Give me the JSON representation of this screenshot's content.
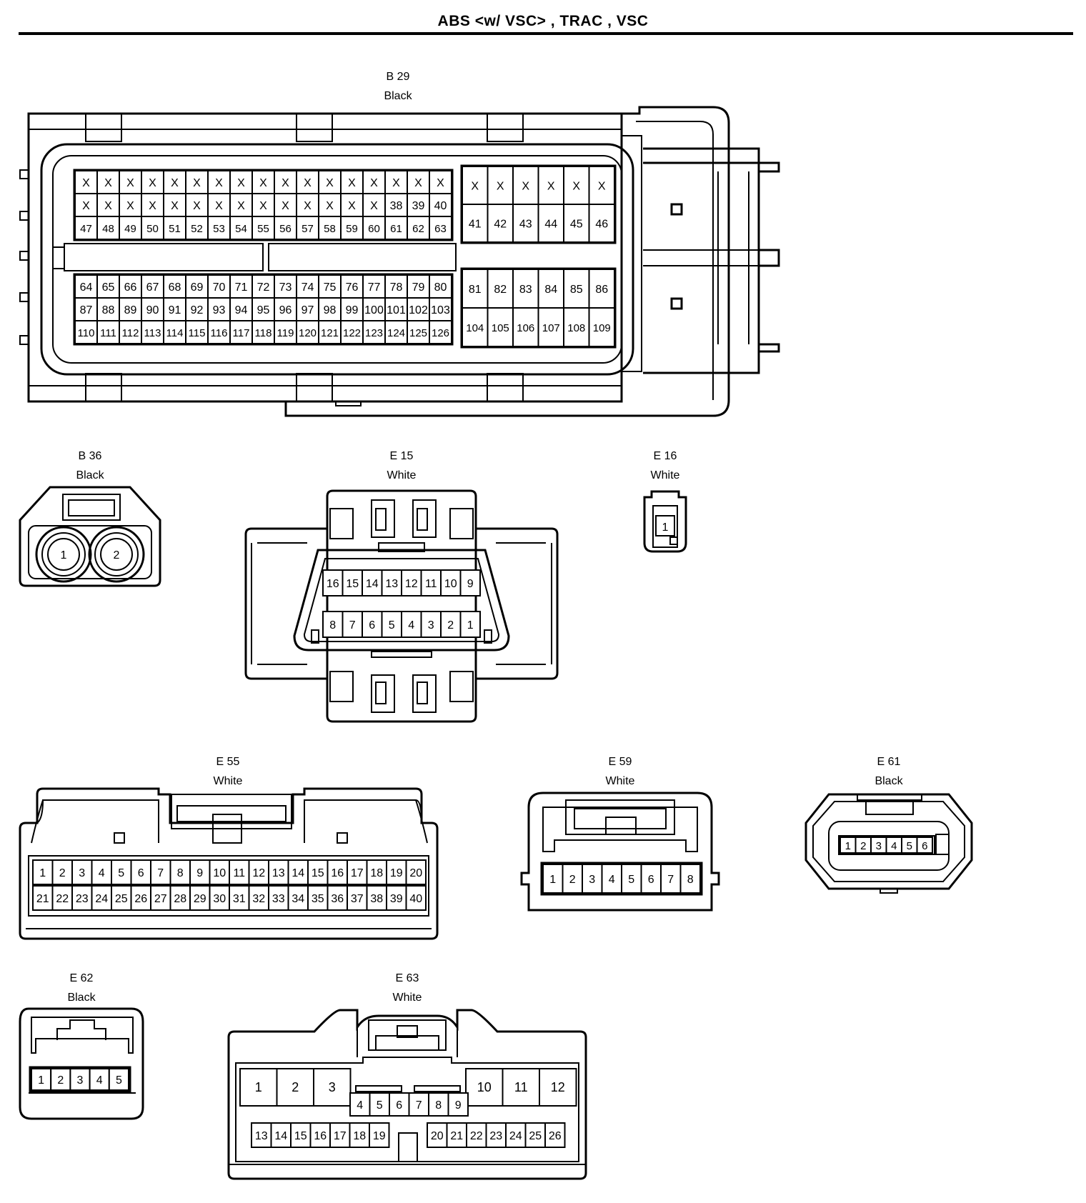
{
  "title": "ABS <w/ VSC> , TRAC , VSC",
  "connectors": [
    {
      "id": "B29",
      "code": "B 29",
      "color": "Black",
      "left_rows": [
        [
          "X",
          "X",
          "X",
          "X",
          "X",
          "X",
          "X",
          "X",
          "X",
          "X",
          "X",
          "X",
          "X",
          "X",
          "X",
          "X",
          "X"
        ],
        [
          "X",
          "X",
          "X",
          "X",
          "X",
          "X",
          "X",
          "X",
          "X",
          "X",
          "X",
          "X",
          "X",
          "X",
          "38",
          "39",
          "40"
        ],
        [
          "47",
          "48",
          "49",
          "50",
          "51",
          "52",
          "53",
          "54",
          "55",
          "56",
          "57",
          "58",
          "59",
          "60",
          "61",
          "62",
          "63"
        ],
        [
          "64",
          "65",
          "66",
          "67",
          "68",
          "69",
          "70",
          "71",
          "72",
          "73",
          "74",
          "75",
          "76",
          "77",
          "78",
          "79",
          "80"
        ],
        [
          "87",
          "88",
          "89",
          "90",
          "91",
          "92",
          "93",
          "94",
          "95",
          "96",
          "97",
          "98",
          "99",
          "100",
          "101",
          "102",
          "103"
        ],
        [
          "110",
          "111",
          "112",
          "113",
          "114",
          "115",
          "116",
          "117",
          "118",
          "119",
          "120",
          "121",
          "122",
          "123",
          "124",
          "125",
          "126"
        ]
      ],
      "right_rows": [
        [
          "X",
          "X",
          "X",
          "X",
          "X",
          "X"
        ],
        [
          "41",
          "42",
          "43",
          "44",
          "45",
          "46"
        ],
        [
          "81",
          "82",
          "83",
          "84",
          "85",
          "86"
        ],
        [
          "104",
          "105",
          "106",
          "107",
          "108",
          "109"
        ]
      ]
    },
    {
      "id": "B36",
      "code": "B 36",
      "color": "Black",
      "pins": [
        "1",
        "2"
      ]
    },
    {
      "id": "E15",
      "code": "E 15",
      "color": "White",
      "rows": [
        [
          "16",
          "15",
          "14",
          "13",
          "12",
          "11",
          "10",
          "9"
        ],
        [
          "8",
          "7",
          "6",
          "5",
          "4",
          "3",
          "2",
          "1"
        ]
      ]
    },
    {
      "id": "E16",
      "code": "E 16",
      "color": "White",
      "pins": [
        "1"
      ]
    },
    {
      "id": "E55",
      "code": "E 55",
      "color": "White",
      "rows": [
        [
          "1",
          "2",
          "3",
          "4",
          "5",
          "6",
          "7",
          "8",
          "9",
          "10",
          "11",
          "12",
          "13",
          "14",
          "15",
          "16",
          "17",
          "18",
          "19",
          "20"
        ],
        [
          "21",
          "22",
          "23",
          "24",
          "25",
          "26",
          "27",
          "28",
          "29",
          "30",
          "31",
          "32",
          "33",
          "34",
          "35",
          "36",
          "37",
          "38",
          "39",
          "40"
        ]
      ]
    },
    {
      "id": "E59",
      "code": "E 59",
      "color": "White",
      "pins": [
        "1",
        "2",
        "3",
        "4",
        "5",
        "6",
        "7",
        "8"
      ]
    },
    {
      "id": "E61",
      "code": "E 61",
      "color": "Black",
      "pins": [
        "1",
        "2",
        "3",
        "4",
        "5",
        "6"
      ]
    },
    {
      "id": "E62",
      "code": "E 62",
      "color": "Black",
      "pins": [
        "1",
        "2",
        "3",
        "4",
        "5"
      ]
    },
    {
      "id": "E63",
      "code": "E 63",
      "color": "White",
      "big_left": [
        "1",
        "2",
        "3"
      ],
      "mid": [
        "4",
        "5",
        "6",
        "7",
        "8",
        "9"
      ],
      "big_right": [
        "10",
        "11",
        "12"
      ],
      "bottom_left": [
        "13",
        "14",
        "15",
        "16",
        "17",
        "18",
        "19"
      ],
      "bottom_right": [
        "20",
        "21",
        "22",
        "23",
        "24",
        "25",
        "26"
      ]
    }
  ]
}
